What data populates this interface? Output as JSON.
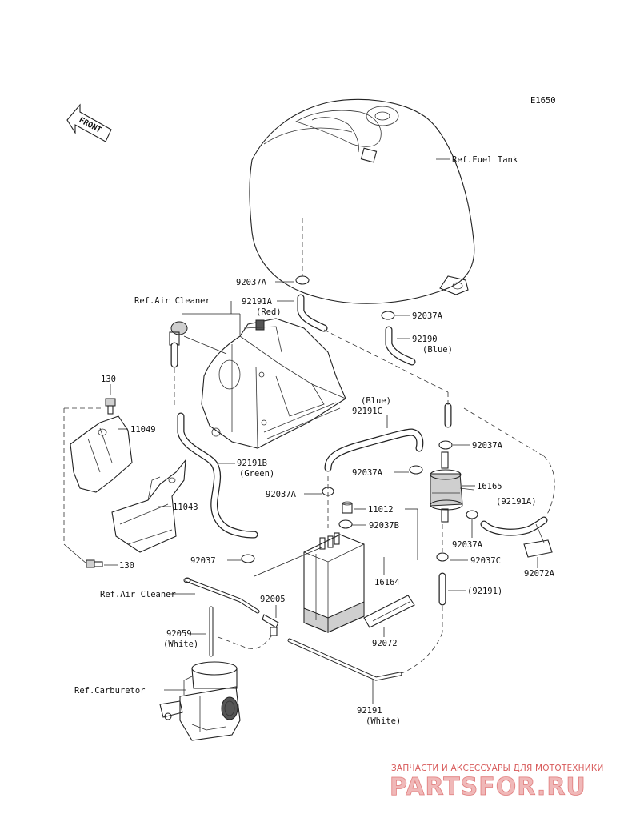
{
  "diagram_code": "E1650",
  "front_label": "FRONT",
  "labels": {
    "fuel_tank": "Ref.Fuel Tank",
    "air_cleaner_top": "Ref.Air Cleaner",
    "air_cleaner_bottom": "Ref.Air Cleaner",
    "carburetor": "Ref.Carburetor",
    "p92037A_top": "92037A",
    "p92191A": "92191A",
    "red": "(Red)",
    "p92037A_right": "92037A",
    "p92190": "92190",
    "blue_1": "(Blue)",
    "p130_top": "130",
    "p11049": "11049",
    "blue_2": "(Blue)",
    "p92191C": "92191C",
    "p92037A_mid": "92037A",
    "p92037A_canister": "92037A",
    "p16165": "16165",
    "p92191A_paren": "(92191A)",
    "p11043": "11043",
    "p92191B": "92191B",
    "green": "(Green)",
    "p11012": "11012",
    "p92037B": "92037B",
    "p92037A_valve": "92037A",
    "p92037C": "92037C",
    "p92072A": "92072A",
    "p92037": "92037",
    "p130_bottom": "130",
    "p16164": "16164",
    "p92191_paren": "(92191)",
    "p92005": "92005",
    "p92059": "92059",
    "white_1": "(White)",
    "p92072": "92072",
    "p92191": "92191",
    "white_2": "(White)"
  },
  "watermark": {
    "subtitle": "ЗАПЧАСТИ И АКСЕССУАРЫ ДЛЯ МОТОТЕХНИКИ",
    "brand": "PARTSFOR.RU"
  }
}
